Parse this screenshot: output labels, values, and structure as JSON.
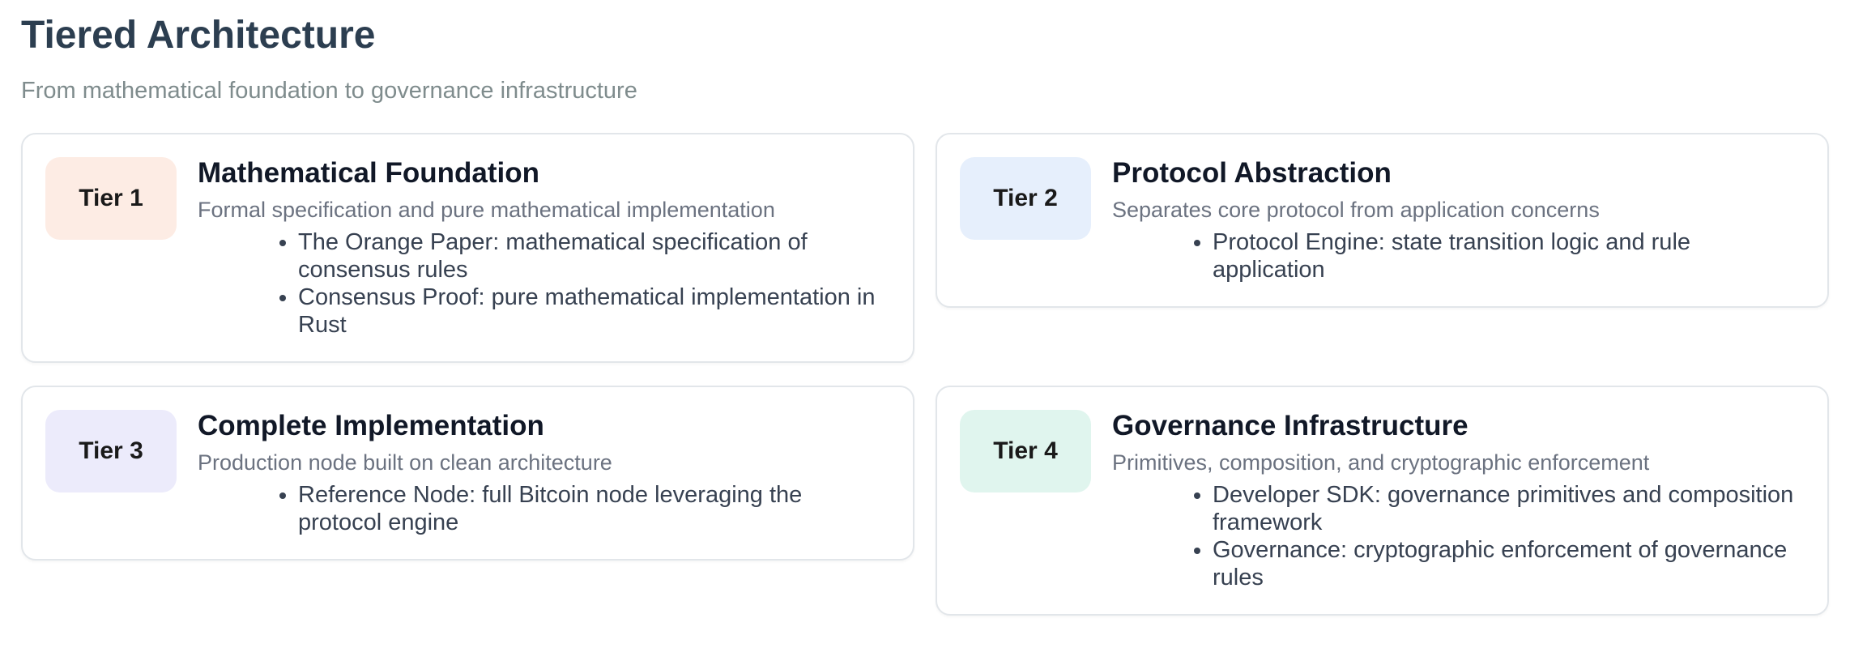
{
  "header": {
    "title": "Tiered Architecture",
    "subtitle": "From mathematical foundation to governance infrastructure"
  },
  "colors": {
    "title": "#2c3e50",
    "subtitle": "#7f8c8d",
    "card_border": "#e2e6ea",
    "tier1_badge": "#fdece4",
    "tier2_badge": "#e6effc",
    "tier3_badge": "#ecebfb",
    "tier4_badge": "#e0f5ee"
  },
  "tiers": [
    {
      "badge": "Tier 1",
      "title": "Mathematical Foundation",
      "description": "Formal specification and pure mathematical implementation",
      "items": [
        "The Orange Paper: mathematical specification of consensus rules",
        "Consensus Proof: pure mathematical implementation in Rust"
      ]
    },
    {
      "badge": "Tier 2",
      "title": "Protocol Abstraction",
      "description": "Separates core protocol from application concerns",
      "items": [
        "Protocol Engine: state transition logic and rule application"
      ]
    },
    {
      "badge": "Tier 3",
      "title": "Complete Implementation",
      "description": "Production node built on clean architecture",
      "items": [
        "Reference Node: full Bitcoin node leveraging the protocol engine"
      ]
    },
    {
      "badge": "Tier 4",
      "title": "Governance Infrastructure",
      "description": "Primitives, composition, and cryptographic enforcement",
      "items": [
        "Developer SDK: governance primitives and composition framework",
        "Governance: cryptographic enforcement of governance rules"
      ]
    }
  ]
}
